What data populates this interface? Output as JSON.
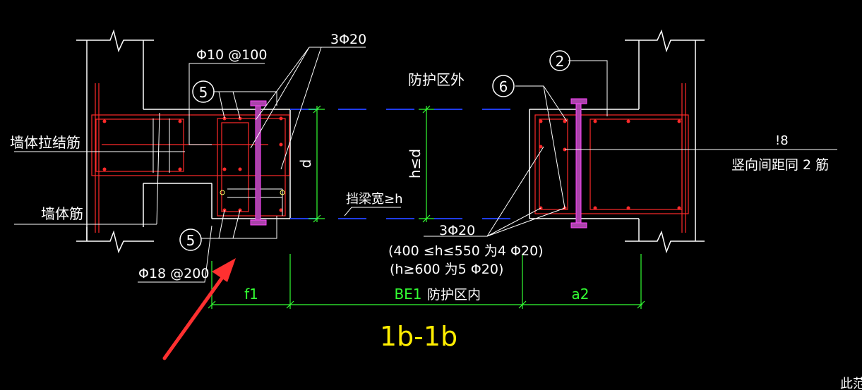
{
  "title": "1b-1b",
  "labels": {
    "outside_zone": "防护区外",
    "inside_zone": "防护区内",
    "wall_tie_bar": "墙体拉结筋",
    "wall_bar": "墙体筋",
    "stirrup_top": "Φ10 @100",
    "stirrup_bottom": "Φ18 @200",
    "top_bars": "3Φ20",
    "bottom_bars": "3Φ20",
    "bars_rule_1": "(400 ≤h≤550 为4 Φ20)",
    "bars_rule_2": "(h≥600 为5 Φ20)",
    "beam_width": "挡梁宽≥h",
    "dim_d": "d",
    "dim_h": "h≤d",
    "vertical_spacing_1": "!8",
    "vertical_spacing_2": "竖向间距同 2 筋",
    "corner_text": "此范"
  },
  "callouts": {
    "c5_top": "5",
    "c5_bottom": "5",
    "c6": "6",
    "c2": "2"
  },
  "dimensions": {
    "f1": "f1",
    "be1": "BE1",
    "a2": "a2"
  },
  "colors": {
    "background": "#000000",
    "lines": "#ffffff",
    "rebar": "#ff2a2a",
    "dimension": "#33ff33",
    "axis": "#1f3cff",
    "title": "#ffee00",
    "steel": "#ff44ff",
    "arrow": "#ff3030"
  }
}
